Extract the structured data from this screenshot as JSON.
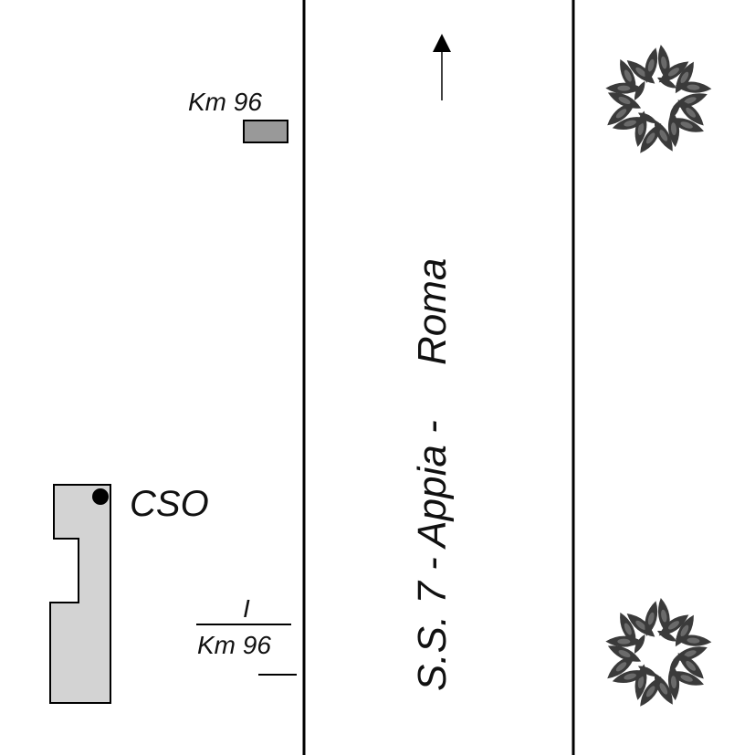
{
  "labels": {
    "km_top": "Km 96",
    "cso": "CSO",
    "marker_numerator": "I",
    "marker_km": "Km 96",
    "road": "S.S. 7 - Appia -",
    "direction": "Roma"
  },
  "colors": {
    "line": "#000000",
    "building_fill": "#d3d3d3",
    "km_box_fill": "#999999",
    "tree_dark": "#3a3a3a",
    "tree_light": "#6a6a6a"
  },
  "icons": [
    "arrow-up-icon",
    "tree-icon",
    "tree-icon",
    "point-icon"
  ]
}
